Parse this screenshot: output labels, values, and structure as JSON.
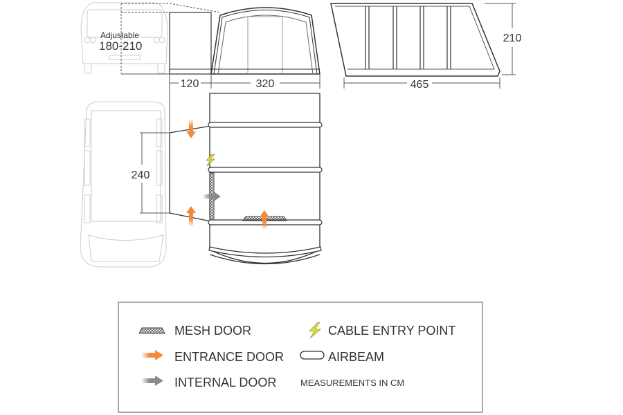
{
  "front_view": {
    "van_label": "Adjustable",
    "van_height": "180-210",
    "annex_width": "120",
    "tent_width": "320"
  },
  "side_view": {
    "height": "210",
    "length": "465"
  },
  "plan_view": {
    "annex_depth": "240"
  },
  "legend": {
    "mesh_door": "MESH DOOR",
    "entrance_door": "ENTRANCE DOOR",
    "internal_door": "INTERNAL DOOR",
    "cable_entry": "CABLE ENTRY POINT",
    "airbeam": "AIRBEAM",
    "units_note": "MEASUREMENTS IN CM"
  },
  "colors": {
    "entrance": "#f08a3c",
    "internal": "#8a8a8a",
    "cable": "#e6e020",
    "outline": "#333333",
    "vehicle": "#cccccc"
  }
}
